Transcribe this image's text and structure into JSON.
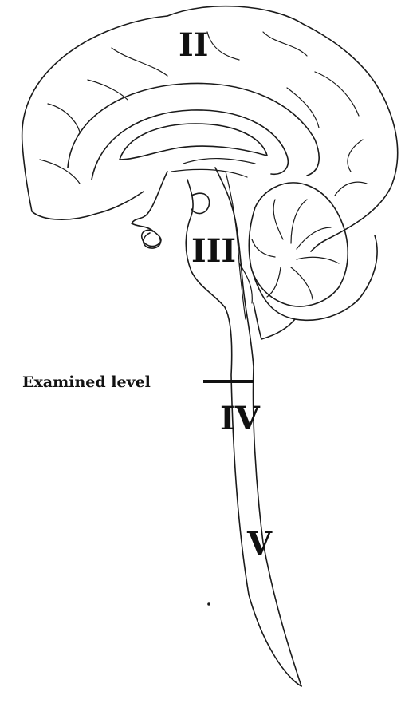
{
  "diagram": {
    "regions": {
      "cerebrum": "II",
      "midbrain": "III",
      "medulla": "IV",
      "spinal_cord": "V"
    },
    "annotation": "Examined level",
    "colors": {
      "line": "#1a1a1a",
      "background": "#ffffff"
    }
  }
}
